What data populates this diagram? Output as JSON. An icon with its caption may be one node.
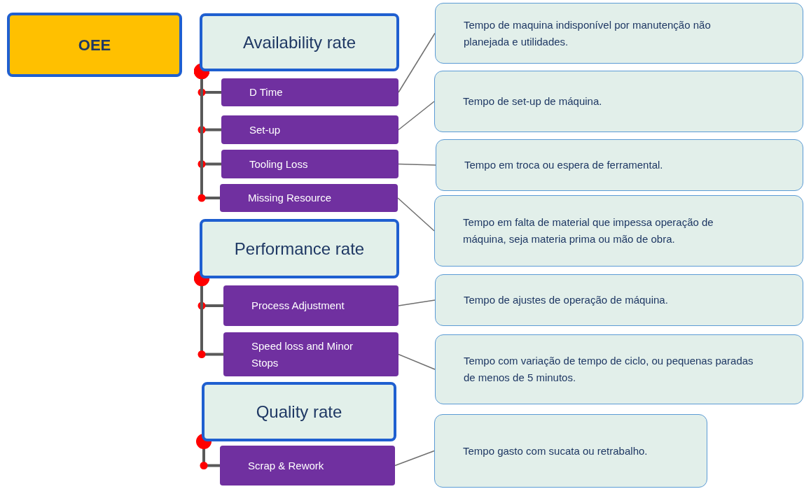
{
  "diagram": {
    "nodes": [
      {
        "text": [
          "OEE"
        ]
      },
      {
        "text": [
          "Availability rate"
        ]
      },
      {
        "text": [
          "D Time"
        ]
      },
      {
        "text": [
          "Set-up"
        ]
      },
      {
        "text": [
          "Tooling Loss"
        ]
      },
      {
        "text": [
          "Missing Resource"
        ]
      },
      {
        "text": [
          "Performance rate"
        ]
      },
      {
        "text": [
          "Process Adjustment"
        ]
      },
      {
        "text": [
          "Speed loss and Minor Stops"
        ]
      },
      {
        "text": [
          "Quality rate"
        ]
      },
      {
        "text": [
          "Scrap & Rework"
        ]
      },
      {
        "text": [
          "Tempo de maquina indisponível por manutenção não planejada e utilidades."
        ]
      },
      {
        "text": [
          "Tempo de set-up de máquina."
        ]
      },
      {
        "text": [
          "Tempo em troca ou espera de ferramental."
        ]
      },
      {
        "text": [
          "Tempo em falta de material que impessa operação de máquina, seja materia prima ou mão de obra."
        ]
      },
      {
        "text": [
          "Tempo de ajustes de operação de máquina."
        ]
      },
      {
        "text": [
          "Tempo com variação de tempo de ciclo, ou pequenas paradas de menos de 5 minutos."
        ]
      },
      {
        "text": [
          "Tempo gasto com sucata ou retrabalho."
        ]
      }
    ],
    "edges": [
      {
        "from": 1,
        "to": 2,
        "arrow": "other",
        "style": "thick"
      },
      {
        "from": 1,
        "to": 3,
        "arrow": "other",
        "style": "thick"
      },
      {
        "from": 1,
        "to": 4,
        "arrow": "other",
        "style": "thick"
      },
      {
        "from": 1,
        "to": 5,
        "arrow": "other",
        "style": "thick"
      },
      {
        "from": 6,
        "to": 7,
        "arrow": "other",
        "style": "thick"
      },
      {
        "from": 6,
        "to": 8,
        "arrow": "other",
        "style": "thick"
      },
      {
        "from": 9,
        "to": 10,
        "arrow": "other",
        "style": "thick"
      },
      {
        "from": 2,
        "to": 11,
        "arrow": "none"
      },
      {
        "from": 3,
        "to": 12,
        "arrow": "none"
      },
      {
        "from": 4,
        "to": 13,
        "arrow": "none"
      },
      {
        "from": 5,
        "to": 14,
        "arrow": "none"
      },
      {
        "from": 7,
        "to": 15,
        "arrow": "none"
      },
      {
        "from": 8,
        "to": 16,
        "arrow": "none"
      },
      {
        "from": 10,
        "to": 17,
        "arrow": "none"
      }
    ]
  }
}
